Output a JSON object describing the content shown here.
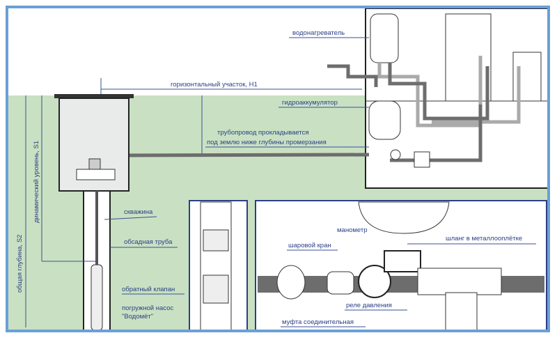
{
  "labels": {
    "horizontal": "горизонтальный участок, H1",
    "water_heater": "водонагреватель",
    "accumulator": "гидроаккумулятор",
    "pipeline_1": "трубопровод прокладывается",
    "pipeline_2": "под землю ниже глубины промерзания",
    "total_depth": "общая глубина, S2",
    "dynamic_level": "динамический уровень, S1",
    "well": "скважина",
    "casing": "обсадная труба",
    "check_valve": "обратный клапан",
    "pump_1": "погружной насос",
    "pump_2": "\"Водомёт\"",
    "manometer": "манометр",
    "ball_valve": "шаровой кран",
    "hose": "шланг в металлооплётке",
    "pressure_relay": "реле давления",
    "coupling": "муфта соединительная"
  },
  "colors": {
    "frame": "#6aa0d8",
    "ground": "#c9e1c2",
    "pipe": "#6d6d6d",
    "label": "#2b3f86"
  }
}
